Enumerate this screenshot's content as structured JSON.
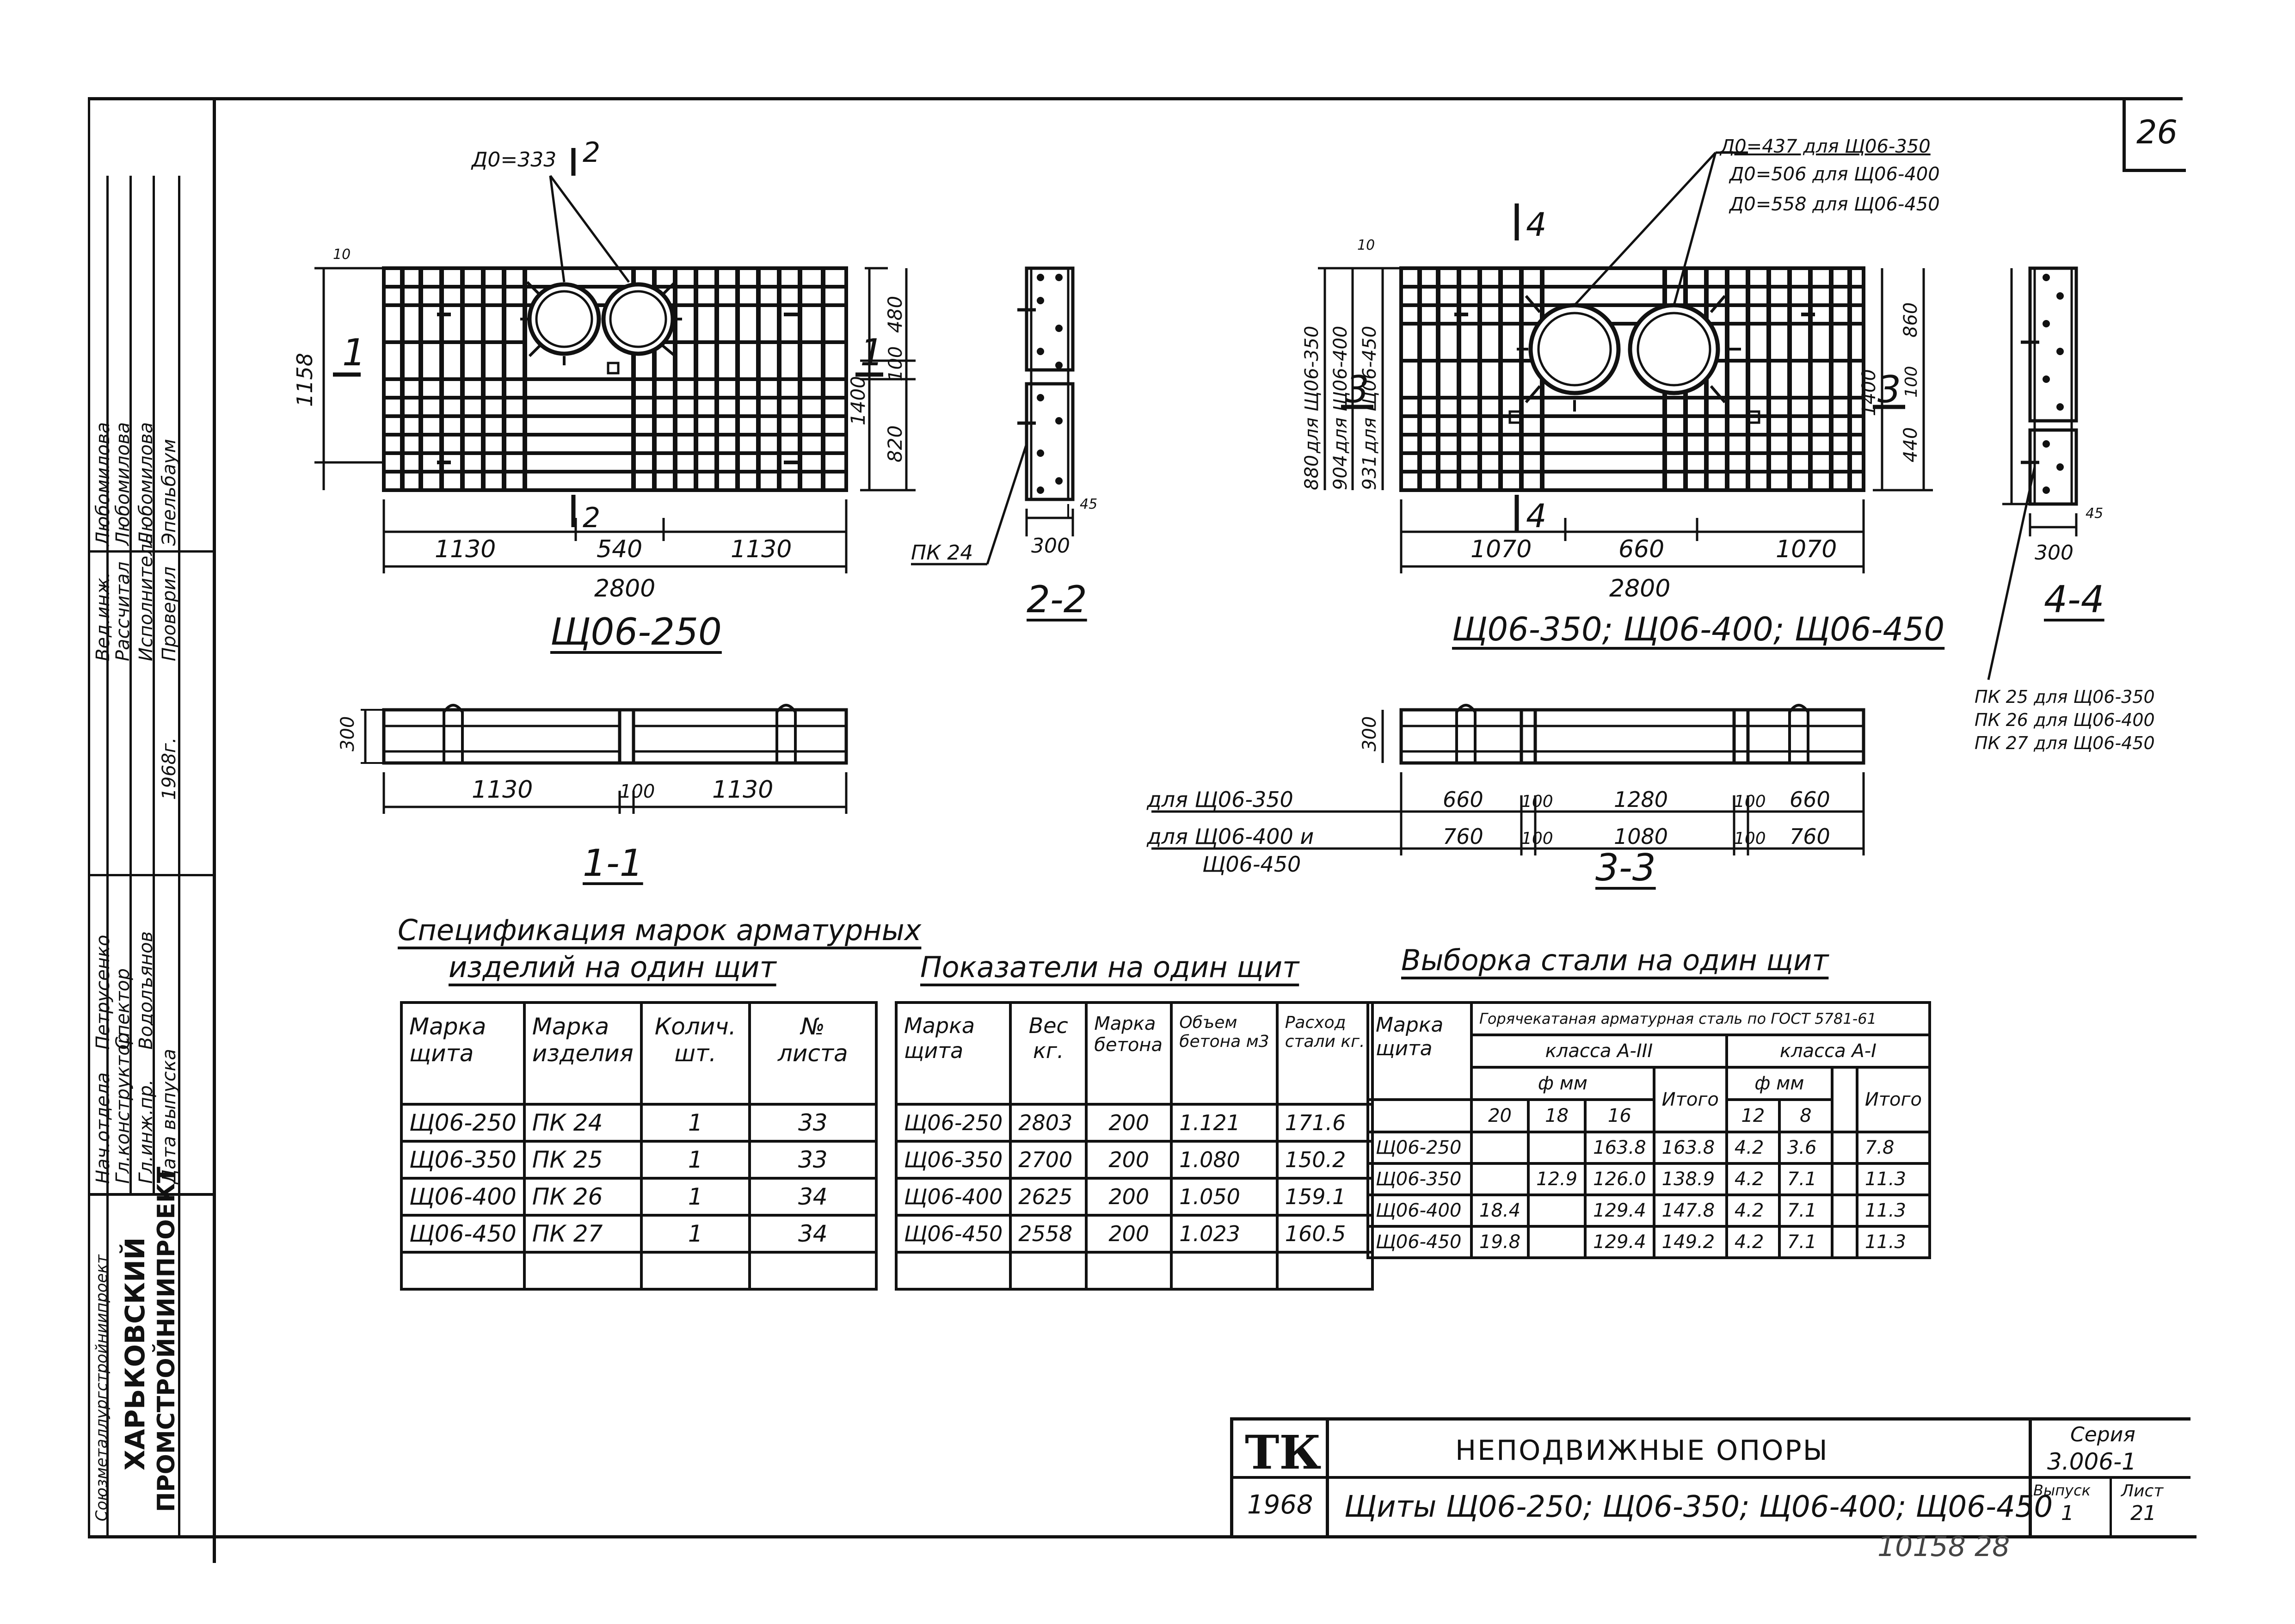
{
  "sheet": {
    "page_number": "26",
    "bottom_number": "10158 28"
  },
  "stamp": {
    "org_line1": "Союзметаллургстройниипроект",
    "org_line2": "ХАРЬКОВСКИЙ",
    "org_line3": "ПРОМСТРОЙНИИПРОЕКТ",
    "roles": [
      {
        "role": "Нач.отдела",
        "name": "Петрусенко"
      },
      {
        "role": "Гл.конструктор",
        "name": "Спектор"
      },
      {
        "role": "Гл.инж.пр.",
        "name": "Водолъянов"
      },
      {
        "role": "Дата выпуска",
        "name": "1968г."
      },
      {
        "role": "Вед.инж.",
        "name": "Любомилова"
      },
      {
        "role": "Рассчитал",
        "name": "Любомилова"
      },
      {
        "role": "Исполнитель",
        "name": "Любомилова"
      },
      {
        "role": "Проверил",
        "name": "Эпельбаум"
      }
    ]
  },
  "drawing_left": {
    "title": "Щ06-250",
    "d0": "Д0=333",
    "section_mark_top": "2",
    "section_mark_bottom": "2",
    "section_mark_side": "1",
    "dims_h": [
      "1130",
      "540",
      "1130",
      "2800"
    ],
    "dims_v_left": "1158",
    "dims_v_right": [
      "480",
      "100",
      "820",
      "1400"
    ],
    "dim_10": "10",
    "section_2_2": {
      "title": "2-2",
      "width": "300",
      "dim_45": "45",
      "label_pk": "ПК 24"
    }
  },
  "drawing_right": {
    "title": "Щ06-350; Щ06-400; Щ06-450",
    "d0_lines": [
      "Д0=437 для Щ06-350",
      "Д0=506 для Щ06-400",
      "Д0=558 для Щ06-450"
    ],
    "vertical_labels": [
      "для Щ06-350",
      "для Щ06-400",
      "для Щ06-450"
    ],
    "dims_v_left": [
      "880",
      "904",
      "931"
    ],
    "dims_h": [
      "1070",
      "660",
      "1070",
      "2800"
    ],
    "dims_v_right": [
      "860",
      "100",
      "440",
      "1400"
    ],
    "section_mark_top": "4",
    "section_mark_bottom": "4",
    "section_mark_side": "3",
    "dim_10": "10",
    "section_4_4": {
      "title": "4-4",
      "width": "300",
      "dim_45": "45",
      "labels_pk": [
        "ПК 25 для Щ06-350",
        "ПК 26 для Щ06-400",
        "ПК 27 для Щ06-450"
      ]
    }
  },
  "section_1_1": {
    "title": "1-1",
    "height": "300",
    "dims": [
      "1130",
      "100",
      "1130"
    ]
  },
  "section_3_3": {
    "title": "3-3",
    "height": "300",
    "row1_label": "для Щ06-350",
    "row1_dims": [
      "660",
      "100",
      "1280",
      "100",
      "660"
    ],
    "row2_label_line1": "для Щ06-400 и",
    "row2_label_line2": "Щ06-450",
    "row2_dims": [
      "760",
      "100",
      "1080",
      "100",
      "760"
    ]
  },
  "table_spec": {
    "title_line1": "Спецификация марок арматурных",
    "title_line2": "изделий на один щит",
    "headers": [
      [
        "Марка",
        "щита"
      ],
      [
        "Марка",
        "изделия"
      ],
      [
        "Колич.",
        "шт."
      ],
      [
        "№",
        "листа"
      ]
    ],
    "rows": [
      [
        "Щ06-250",
        "ПК 24",
        "1",
        "33"
      ],
      [
        "Щ06-350",
        "ПК 25",
        "1",
        "33"
      ],
      [
        "Щ06-400",
        "ПК 26",
        "1",
        "34"
      ],
      [
        "Щ06-450",
        "ПК 27",
        "1",
        "34"
      ]
    ]
  },
  "table_indicators": {
    "title": "Показатели на один щит",
    "headers": [
      [
        "Марка",
        "щита"
      ],
      [
        "Вес",
        "кг."
      ],
      [
        "Марка",
        "бетона"
      ],
      [
        "Объем",
        "бетона м3"
      ],
      [
        "Расход",
        "стали кг."
      ]
    ],
    "rows": [
      [
        "Щ06-250",
        "2803",
        "200",
        "1.121",
        "171.6"
      ],
      [
        "Щ06-350",
        "2700",
        "200",
        "1.080",
        "150.2"
      ],
      [
        "Щ06-400",
        "2625",
        "200",
        "1.050",
        "159.1"
      ],
      [
        "Щ06-450",
        "2558",
        "200",
        "1.023",
        "160.5"
      ]
    ]
  },
  "table_steel": {
    "title": "Выборка стали на один щит",
    "header_mark": [
      "Марка",
      "щита"
    ],
    "header_group": "Горячекатаная арматурная сталь по ГОСТ 5781-61",
    "class_3": "класса А-III",
    "class_1": "класса А-I",
    "phi_mm": "ф мм",
    "itogo": "Итого",
    "diam_3": [
      "20",
      "18",
      "16"
    ],
    "diam_1": [
      "12",
      "8"
    ],
    "rows": [
      [
        "Щ06-250",
        "",
        "",
        "163.8",
        "163.8",
        "4.2",
        "3.6",
        "7.8"
      ],
      [
        "Щ06-350",
        "",
        "12.9",
        "126.0",
        "138.9",
        "4.2",
        "7.1",
        "11.3"
      ],
      [
        "Щ06-400",
        "18.4",
        "",
        "129.4",
        "147.8",
        "4.2",
        "7.1",
        "11.3"
      ],
      [
        "Щ06-450",
        "19.8",
        "",
        "129.4",
        "149.2",
        "4.2",
        "7.1",
        "11.3"
      ]
    ]
  },
  "title_block": {
    "logo": "ТК",
    "year": "1968",
    "title": "НЕПОДВИЖНЫЕ ОПОРЫ",
    "subtitle": "Щиты Щ06-250; Щ06-350; Щ06-400; Щ06-450",
    "series_label": "Серия",
    "series_value": "3.006-1",
    "issue_label": "Выпуск",
    "issue_value": "1",
    "sheet_label": "Лист",
    "sheet_value": "21"
  }
}
